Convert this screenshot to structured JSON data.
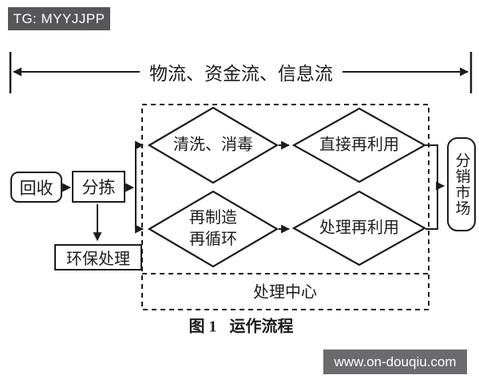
{
  "header": {
    "badge": "TG: MYYJJPP"
  },
  "flow_span": {
    "label": "物流、资金流、信息流"
  },
  "diagram": {
    "nodes": {
      "recycle": "回收",
      "sorting": "分拣",
      "eco_treatment": "环保处理",
      "clean_disinfect": "清洗、消毒",
      "direct_reuse": "直接再利用",
      "remanufacture_line1": "再制造",
      "remanufacture_line2": "再循环",
      "process_reuse": "处理再利用",
      "processing_center": "处理中心",
      "distribution_market": "分销市场"
    },
    "caption": {
      "fig": "图 1",
      "title": "运作流程"
    }
  },
  "footer": {
    "url": "www.on-douqiu.com"
  },
  "colors": {
    "line": "#1c1c1c",
    "badge_bg": "#57575a",
    "watermark_bg": "#6b6b6d",
    "background": "#ffffff"
  }
}
